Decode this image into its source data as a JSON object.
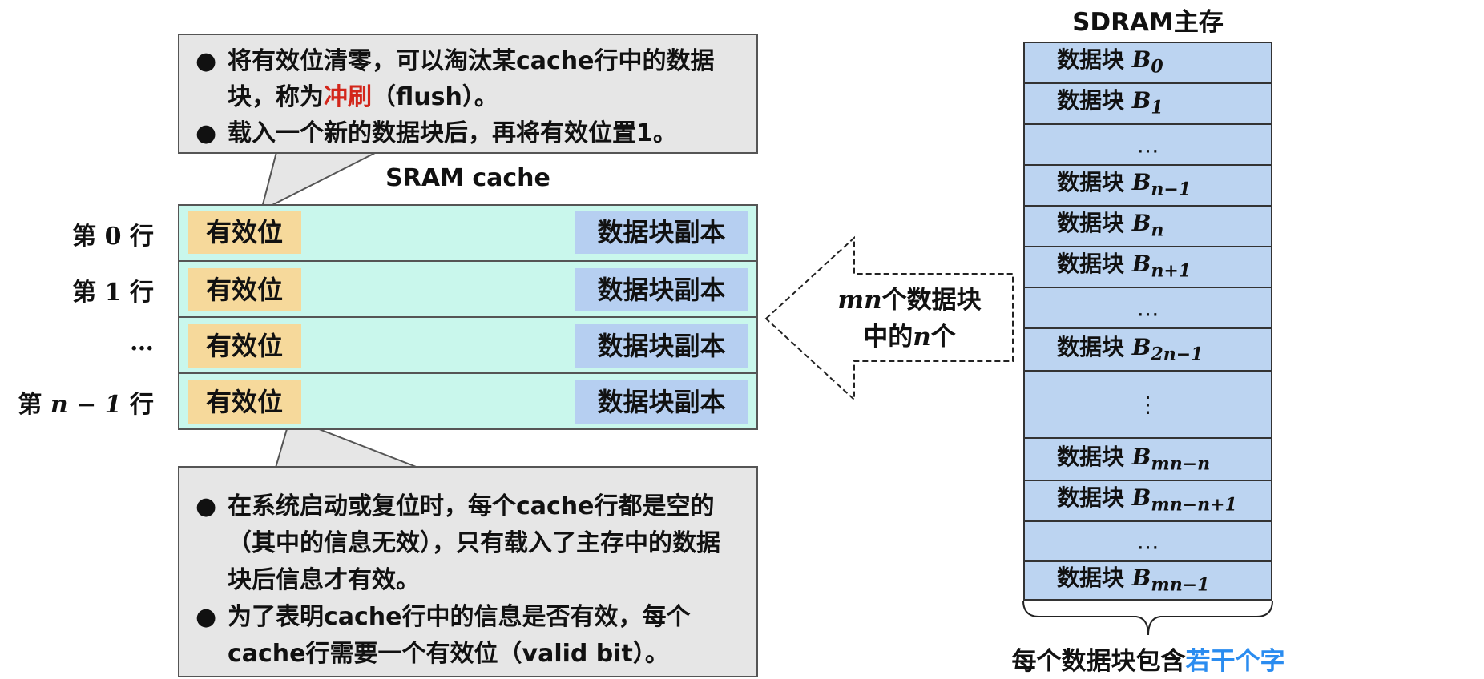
{
  "top_callout": {
    "bullets": [
      {
        "parts": [
          "将有效位清零，可以淘汰某cache行中的数据块，称为",
          "冲刷",
          "（flush）。"
        ]
      },
      {
        "parts": [
          "载入一个新的数据块后，再将有效位置1。"
        ]
      }
    ],
    "bullet_glyph": "●"
  },
  "cache": {
    "title": "SRAM  cache",
    "rows": [
      {
        "label_pre": "第 ",
        "label_math": "0",
        "label_post": " 行",
        "valid": "有效位",
        "copy": "数据块副本"
      },
      {
        "label_pre": "第 ",
        "label_math": "1",
        "label_post": " 行",
        "valid": "有效位",
        "copy": "数据块副本"
      },
      {
        "label_pre": "",
        "label_math": "…",
        "label_post": "",
        "valid": "有效位",
        "copy": "数据块副本"
      },
      {
        "label_pre": "第 ",
        "label_math": "n − 1",
        "label_post": " 行",
        "valid": "有效位",
        "copy": "数据块副本"
      }
    ]
  },
  "bottom_callout": {
    "bullets": [
      {
        "text": "在系统启动或复位时，每个cache行都是空的（其中的信息无效），只有载入了主存中的数据块后信息才有效。"
      },
      {
        "text": "为了表明cache行中的信息是否有效，每个cache行需要一个有效位（valid bit）。"
      }
    ]
  },
  "arrow": {
    "line1_math": "mn",
    "line1_text": "个数据块",
    "line2_pre": "中的",
    "line2_math": "n",
    "line2_post": "个"
  },
  "sdram": {
    "title": "SDRAM主存",
    "block_label": "数据块 ",
    "rows": [
      {
        "type": "block",
        "sub": "0"
      },
      {
        "type": "block",
        "sub": "1"
      },
      {
        "type": "dots",
        "text": "…"
      },
      {
        "type": "block",
        "sub": "n−1"
      },
      {
        "type": "block",
        "sub": "n"
      },
      {
        "type": "block",
        "sub": "n+1"
      },
      {
        "type": "dots",
        "text": "…"
      },
      {
        "type": "block",
        "sub": "2n−1"
      },
      {
        "type": "dots",
        "text": "⋮"
      },
      {
        "type": "block",
        "sub": "mn−n"
      },
      {
        "type": "block",
        "sub": "mn−n+1"
      },
      {
        "type": "dots",
        "text": "…"
      },
      {
        "type": "block",
        "sub": "mn−1"
      }
    ],
    "caption_pre": "每个数据块包含",
    "caption_highlight": "若干个字"
  },
  "colors": {
    "valid": "#f6d99b",
    "copy": "#b6cff1",
    "cache_bg": "#c9f7ec",
    "sdram_bg": "#bcd4f1",
    "flush_red": "#d3261b",
    "caption_blue": "#2a8cf0"
  }
}
